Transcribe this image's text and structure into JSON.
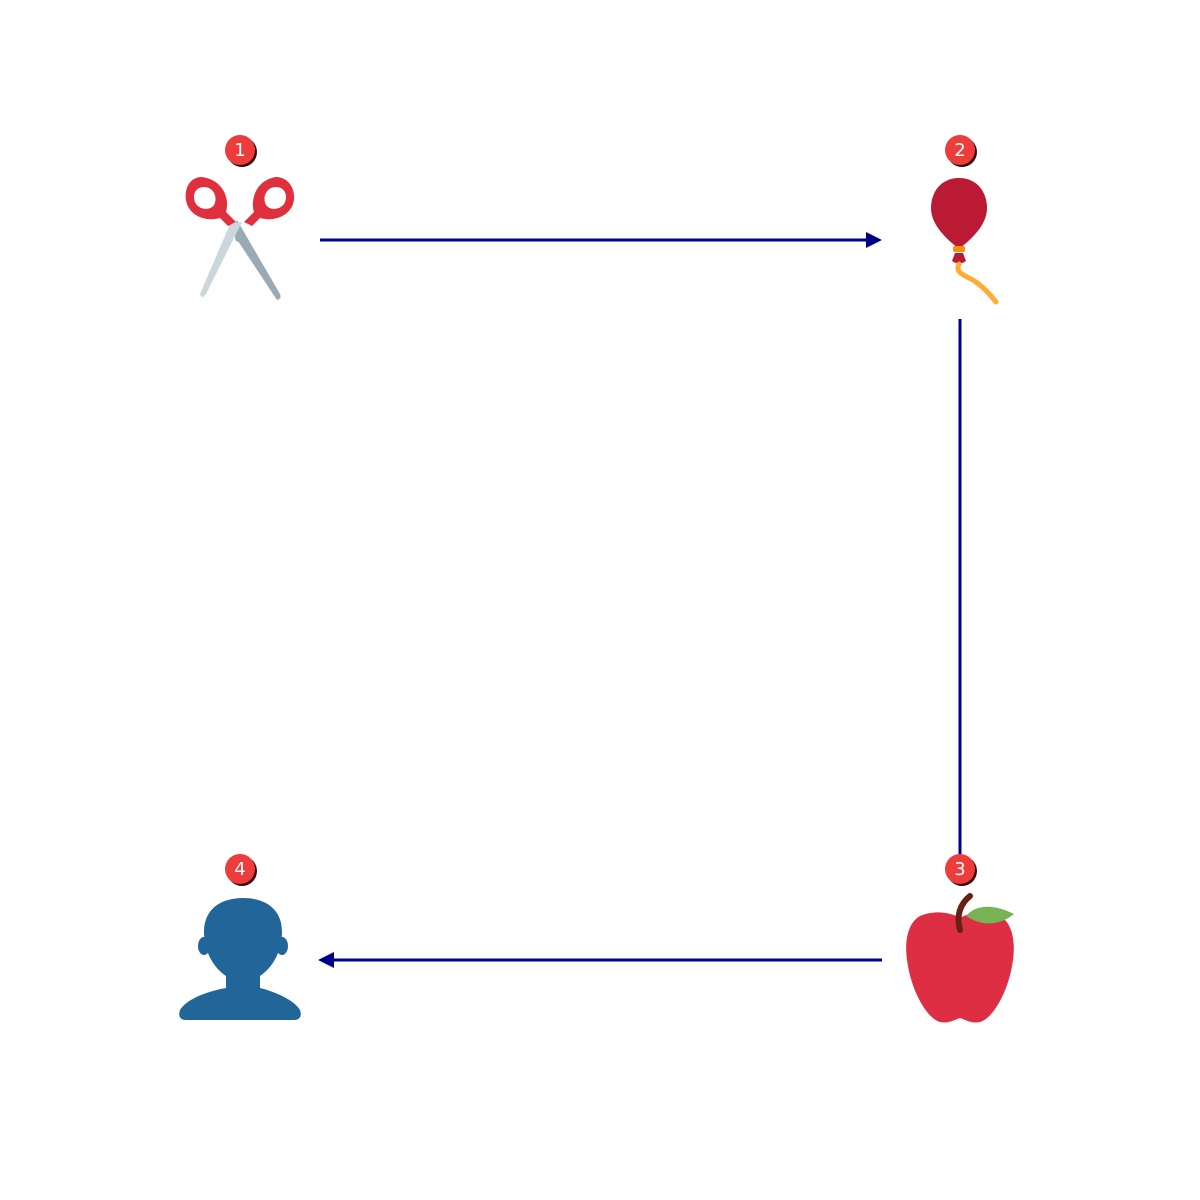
{
  "diagram": {
    "type": "flow-sequence",
    "nodes": [
      {
        "id": "n1",
        "step": "1",
        "icon": "scissors-icon"
      },
      {
        "id": "n2",
        "step": "2",
        "icon": "balloon-icon"
      },
      {
        "id": "n3",
        "step": "3",
        "icon": "apple-icon"
      },
      {
        "id": "n4",
        "step": "4",
        "icon": "person-silhouette-icon"
      }
    ],
    "edges": [
      {
        "from": "n1",
        "to": "n2",
        "arrowhead": true
      },
      {
        "from": "n2",
        "to": "n3",
        "arrowhead": false
      },
      {
        "from": "n3",
        "to": "n4",
        "arrowhead": true
      }
    ]
  },
  "colors": {
    "connector": "#00008b",
    "badge_fill": "#ee3b3b",
    "badge_shadow": "#3a0a0a",
    "badge_text": "#ffffff",
    "scissors_handle": "#e0303e",
    "scissors_blade_front": "#ccd6dd",
    "scissors_blade_back": "#99aab5",
    "balloon_body": "#bb1a34",
    "balloon_knot": "#f4900c",
    "balloon_string": "#ffac33",
    "apple_body": "#dd2e44",
    "apple_leaf": "#77b255",
    "apple_stem": "#662113",
    "person": "#226699"
  }
}
